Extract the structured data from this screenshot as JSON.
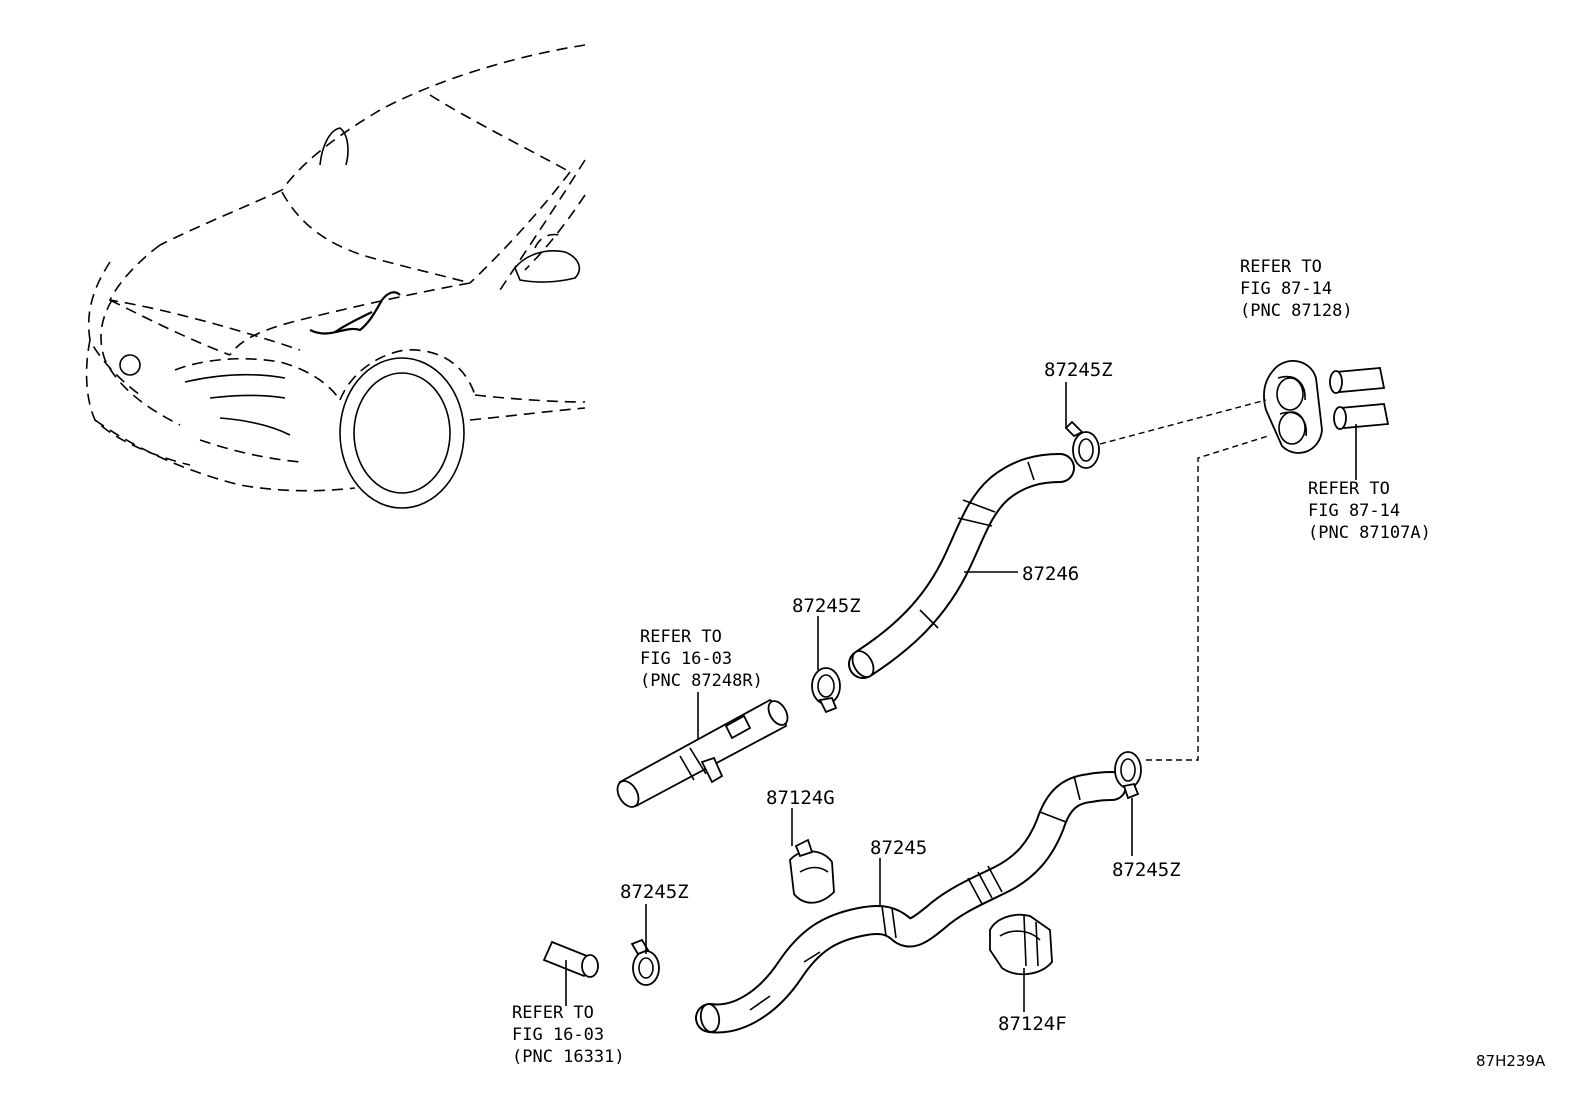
{
  "figure_code": "87H239A",
  "labels": {
    "p87245Z_top": "87245Z",
    "p87246": "87246",
    "p87245Z_mid": "87245Z",
    "p87124G": "87124G",
    "p87245": "87245",
    "p87245Z_right": "87245Z",
    "p87245Z_bottom": "87245Z",
    "p87124F": "87124F"
  },
  "references": {
    "ref_87128": [
      "REFER TO",
      "FIG 87-14",
      "(PNC 87128)"
    ],
    "ref_87107A": [
      "REFER TO",
      "FIG 87-14",
      "(PNC 87107A)"
    ],
    "ref_87248R": [
      "REFER TO",
      "FIG 16-03",
      "(PNC 87248R)"
    ],
    "ref_16331": [
      "REFER TO",
      "FIG 16-03",
      "(PNC 16331)"
    ]
  }
}
